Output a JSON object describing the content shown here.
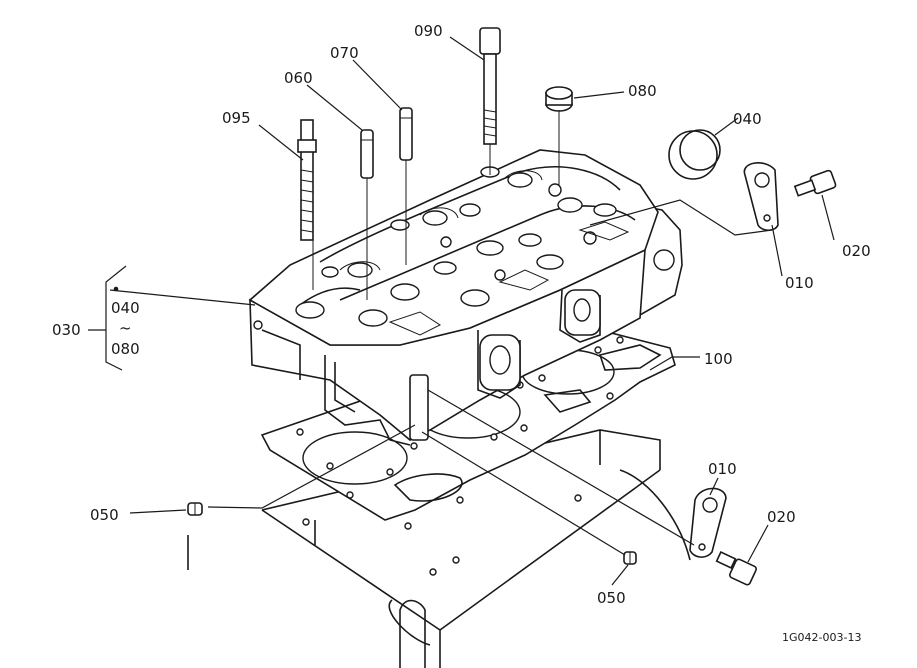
{
  "labels": {
    "p095": "095",
    "p060": "060",
    "p070": "070",
    "p090": "090",
    "p080": "080",
    "p040": "040",
    "p010_top": "010",
    "p020_top": "020",
    "p030": "030",
    "p030_from": "040",
    "p030_tilde": "~",
    "p030_to": "080",
    "p100": "100",
    "p050_left": "050",
    "p050_bottom": "050",
    "p010_bottom": "010",
    "p020_bottom": "020"
  },
  "drawing_id": "1G042-003-13"
}
